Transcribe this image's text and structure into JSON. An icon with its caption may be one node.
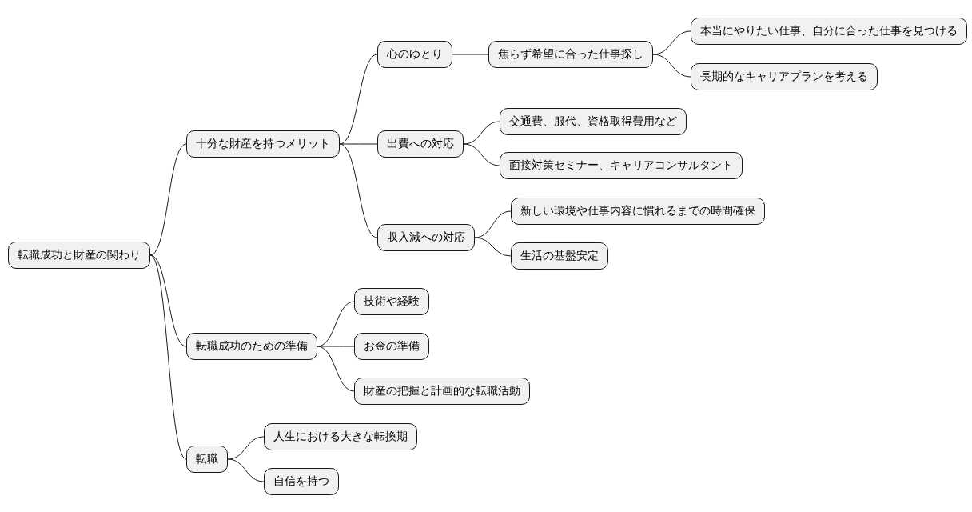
{
  "diagram": {
    "nodes": [
      {
        "text": [
          "転職成功と財産の関わり"
        ]
      },
      {
        "text": [
          "十分な財産を持つメリット"
        ]
      },
      {
        "text": [
          "心のゆとり"
        ]
      },
      {
        "text": [
          "焦らず希望に合った仕事探し"
        ]
      },
      {
        "text": [
          "本当にやりたい仕事、自分に合った仕事を見つける"
        ]
      },
      {
        "text": [
          "長期的なキャリアプランを考える"
        ]
      },
      {
        "text": [
          "出費への対応"
        ]
      },
      {
        "text": [
          "交通費、服代、資格取得費用など"
        ]
      },
      {
        "text": [
          "面接対策セミナー、キャリアコンサルタント"
        ]
      },
      {
        "text": [
          "収入減への対応"
        ]
      },
      {
        "text": [
          "新しい環境や仕事内容に慣れるまでの時間確保"
        ]
      },
      {
        "text": [
          "生活の基盤安定"
        ]
      },
      {
        "text": [
          "転職成功のための準備"
        ]
      },
      {
        "text": [
          "技術や経験"
        ]
      },
      {
        "text": [
          "お金の準備"
        ]
      },
      {
        "text": [
          "財産の把握と計画的な転職活動"
        ]
      },
      {
        "text": [
          "転職"
        ]
      },
      {
        "text": [
          "人生における大きな転換期"
        ]
      },
      {
        "text": [
          "自信を持つ"
        ]
      }
    ],
    "edges": [
      {
        "from": 0,
        "to": 1,
        "arrow": "none"
      },
      {
        "from": 1,
        "to": 2,
        "arrow": "none"
      },
      {
        "from": 2,
        "to": 3,
        "arrow": "none"
      },
      {
        "from": 3,
        "to": 4,
        "arrow": "none"
      },
      {
        "from": 3,
        "to": 5,
        "arrow": "none"
      },
      {
        "from": 1,
        "to": 6,
        "arrow": "none"
      },
      {
        "from": 6,
        "to": 7,
        "arrow": "none"
      },
      {
        "from": 6,
        "to": 8,
        "arrow": "none"
      },
      {
        "from": 1,
        "to": 9,
        "arrow": "none"
      },
      {
        "from": 9,
        "to": 10,
        "arrow": "none"
      },
      {
        "from": 9,
        "to": 11,
        "arrow": "none"
      },
      {
        "from": 0,
        "to": 12,
        "arrow": "none"
      },
      {
        "from": 12,
        "to": 13,
        "arrow": "none"
      },
      {
        "from": 12,
        "to": 14,
        "arrow": "none"
      },
      {
        "from": 12,
        "to": 15,
        "arrow": "none"
      },
      {
        "from": 0,
        "to": 16,
        "arrow": "none"
      },
      {
        "from": 16,
        "to": 17,
        "arrow": "none"
      },
      {
        "from": 16,
        "to": 18,
        "arrow": "none"
      }
    ]
  }
}
